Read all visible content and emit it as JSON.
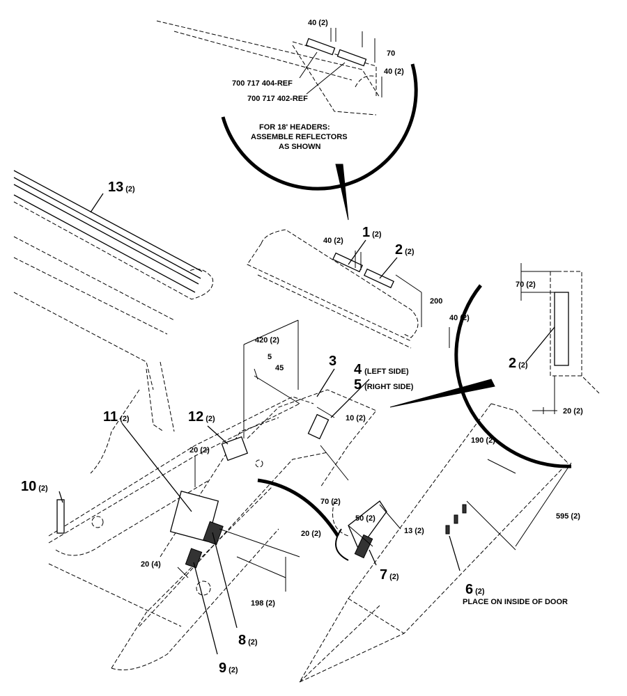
{
  "detail_top": {
    "dims": [
      "40 (2)",
      "70",
      "40 (2)"
    ],
    "parts": [
      "700 717 404-REF",
      "700 717 402-REF"
    ],
    "note_lines": [
      "FOR 18' HEADERS:",
      "ASSEMBLE REFLECTORS",
      "AS SHOWN"
    ]
  },
  "callouts": {
    "c1": {
      "num": "1",
      "qty": "(2)"
    },
    "c2": {
      "num": "2",
      "qty": "(2)"
    },
    "c2b": {
      "num": "2",
      "qty": "(2)"
    },
    "c3": {
      "num": "3"
    },
    "c4": {
      "num": "4",
      "desc": "(LEFT SIDE)"
    },
    "c5": {
      "num": "5",
      "desc": "(RIGHT SIDE)"
    },
    "c6": {
      "num": "6",
      "qty": "(2)",
      "note": "PLACE ON INSIDE OF DOOR"
    },
    "c7": {
      "num": "7",
      "qty": "(2)"
    },
    "c8": {
      "num": "8",
      "qty": "(2)"
    },
    "c9": {
      "num": "9",
      "qty": "(2)"
    },
    "c10": {
      "num": "10",
      "qty": "(2)"
    },
    "c11": {
      "num": "11",
      "qty": "(2)"
    },
    "c12": {
      "num": "12",
      "qty": "(2)"
    },
    "c13": {
      "num": "13",
      "qty": "(2)"
    }
  },
  "dims": {
    "d_40_upper": "40 (2)",
    "d_200": "200",
    "d_40_right": "40 (2)",
    "d_420": "420 (2)",
    "d_5": "5",
    "d_45": "45",
    "d_10": "10 (2)",
    "d_20_mid": "20 (2)",
    "d_70_mid": "70 (2)",
    "d_70_side": "70 (2)",
    "d_20_side": "20 (2)",
    "d_190": "190 (2)",
    "d_595": "595 (2)",
    "d_50": "50 (2)",
    "d_13": "13 (2)",
    "d_20_low": "20 (2)",
    "d_20_4": "20 (4)",
    "d_198": "198 (2)"
  }
}
